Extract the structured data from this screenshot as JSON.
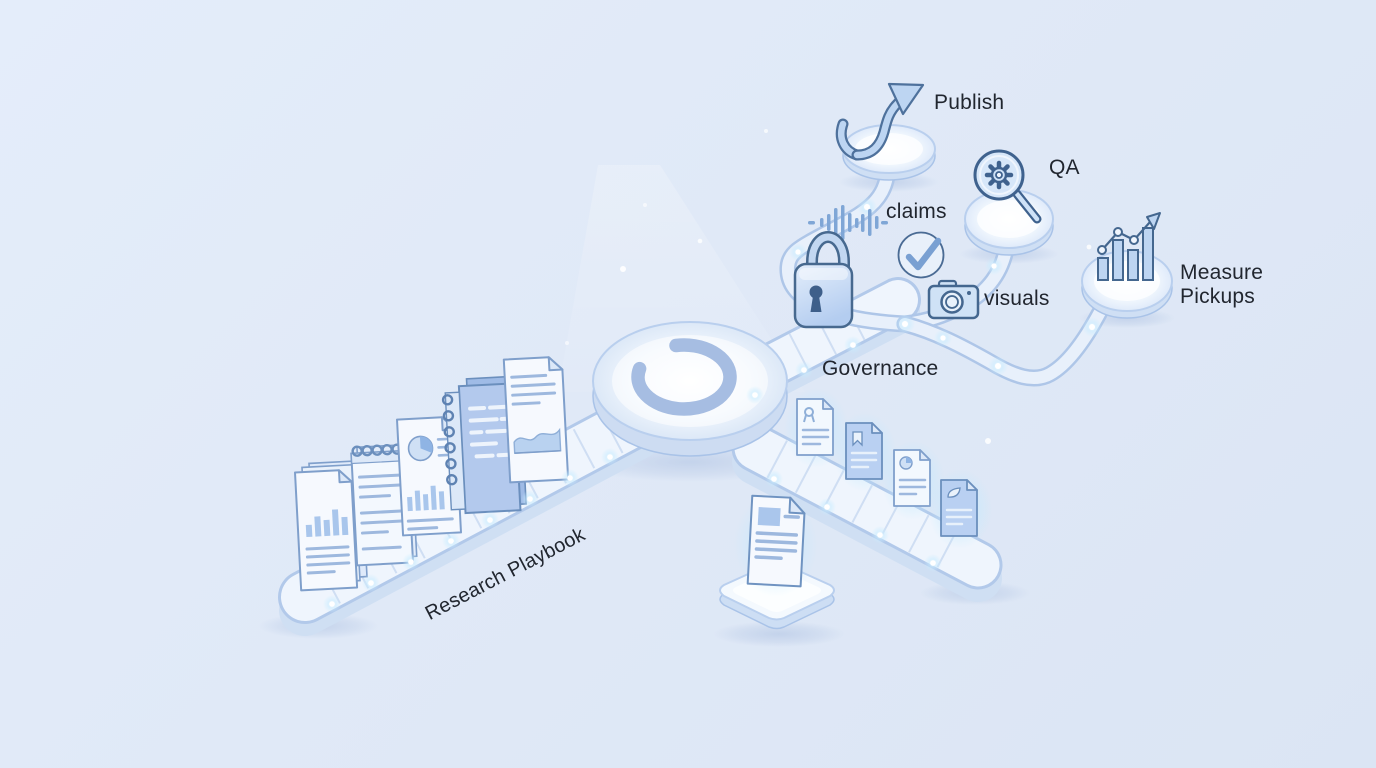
{
  "illustration": {
    "title_hint": "isometric content workflow diagram",
    "labels": {
      "publish": "Publish",
      "qa": "QA",
      "claims": "claims",
      "visuals": "visuals",
      "measure_pickups": "Measure Pickups",
      "governance": "Governance",
      "research_playbook": "Research Playbook"
    },
    "icons": [
      "progress-ring-icon",
      "publish-arrow-icon",
      "magnifier-gear-icon",
      "bar-chart-trend-icon",
      "lock-icon",
      "waveform-icon",
      "checkmark-icon",
      "camera-icon",
      "document-icons"
    ],
    "colors": {
      "background": "#e0e9f7",
      "outline": "#47698f",
      "belt_fill": "#eff5fd",
      "belt_border": "#b2c9ea",
      "ring": "#a6bde2",
      "doc_blue": "#b7cdf0",
      "glow": "#bfe9ff",
      "label_text": "#21262f"
    }
  }
}
